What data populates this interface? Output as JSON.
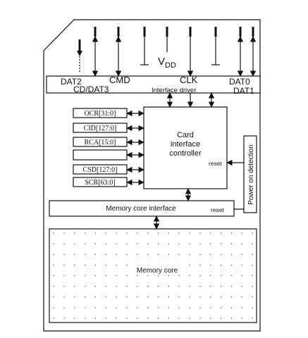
{
  "pins": {
    "dat2": "DAT2",
    "cd_dat3": "CD/DAT3",
    "cmd": "CMD",
    "vdd_main": "V",
    "vdd_sub": "DD",
    "clk": "CLK",
    "dat0": "DAT0",
    "dat1": "DAT1"
  },
  "interface_driver": "Interface driver",
  "registers": [
    "OCR[31:0]",
    "CID[127:0]",
    "RCA[15:0]",
    "",
    "CSD[127:0]",
    "SCR[63:0]"
  ],
  "controller": {
    "line1": "Card",
    "line2": "interface",
    "line3": "controller",
    "reset": "reset"
  },
  "power_detection": "Power on detection",
  "memory_interface": {
    "label": "Memory core interface",
    "reset": "reset"
  },
  "memory_core": "Memory core"
}
